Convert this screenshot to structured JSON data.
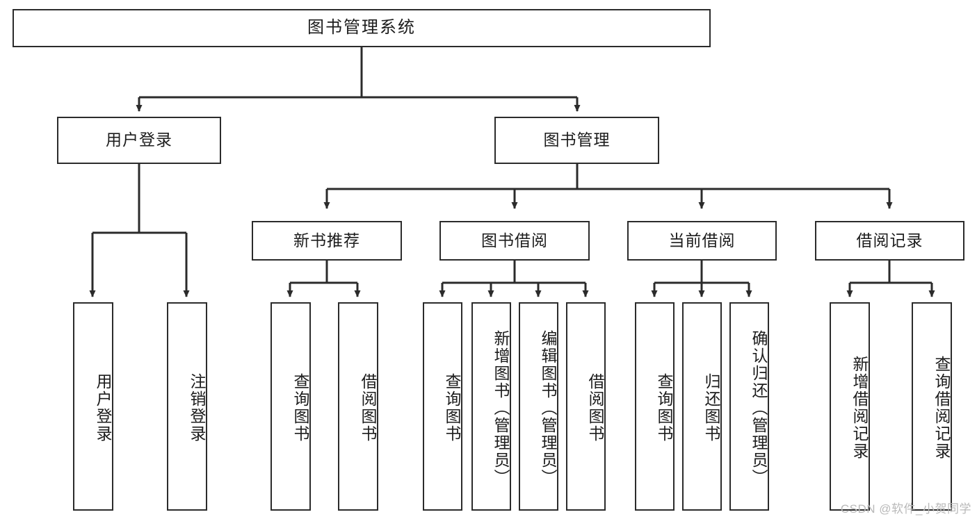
{
  "diagram": {
    "title": "图书管理系统",
    "type": "tree-hierarchy-chart",
    "colors": {
      "node_border": "#2b2b2b",
      "node_fill": "#ffffff",
      "edge": "#2b2b2b",
      "text": "#1c1c1c",
      "watermark": "#b9b9b9",
      "background": "#ffffff"
    },
    "nodes": {
      "root": {
        "label": "图书管理系统"
      },
      "level2": [
        {
          "id": "user-login",
          "label": "用户登录"
        },
        {
          "id": "book-manage",
          "label": "图书管理"
        }
      ],
      "level3": [
        {
          "id": "new-book-recommend",
          "label": "新书推荐"
        },
        {
          "id": "book-borrow",
          "label": "图书借阅"
        },
        {
          "id": "current-borrow",
          "label": "当前借阅"
        },
        {
          "id": "borrow-record",
          "label": "借阅记录"
        }
      ],
      "leaves": {
        "user_login": [
          {
            "id": "leaf-user-login",
            "label": "用户登录"
          },
          {
            "id": "leaf-logout-login",
            "label": "注销登录"
          }
        ],
        "new_book_recommend": [
          {
            "id": "leaf-query-book-1",
            "label": "查询图书"
          },
          {
            "id": "leaf-borrow-book-1",
            "label": "借阅图书"
          }
        ],
        "book_borrow": [
          {
            "id": "leaf-query-book-2",
            "label": "查询图书"
          },
          {
            "id": "leaf-add-book",
            "label": "新增图书（管理员）"
          },
          {
            "id": "leaf-edit-book",
            "label": "编辑图书（管理员）"
          },
          {
            "id": "leaf-borrow-book-2",
            "label": "借阅图书"
          }
        ],
        "current_borrow": [
          {
            "id": "leaf-query-book-3",
            "label": "查询图书"
          },
          {
            "id": "leaf-return-book",
            "label": "归还图书"
          },
          {
            "id": "leaf-confirm-return",
            "label": "确认归还（管理员）"
          }
        ],
        "borrow_record": [
          {
            "id": "leaf-add-record",
            "label": "新增借阅记录"
          },
          {
            "id": "leaf-query-record",
            "label": "查询借阅记录"
          }
        ]
      }
    }
  },
  "watermark": {
    "text": "CSDN @软件_小贺同学"
  }
}
